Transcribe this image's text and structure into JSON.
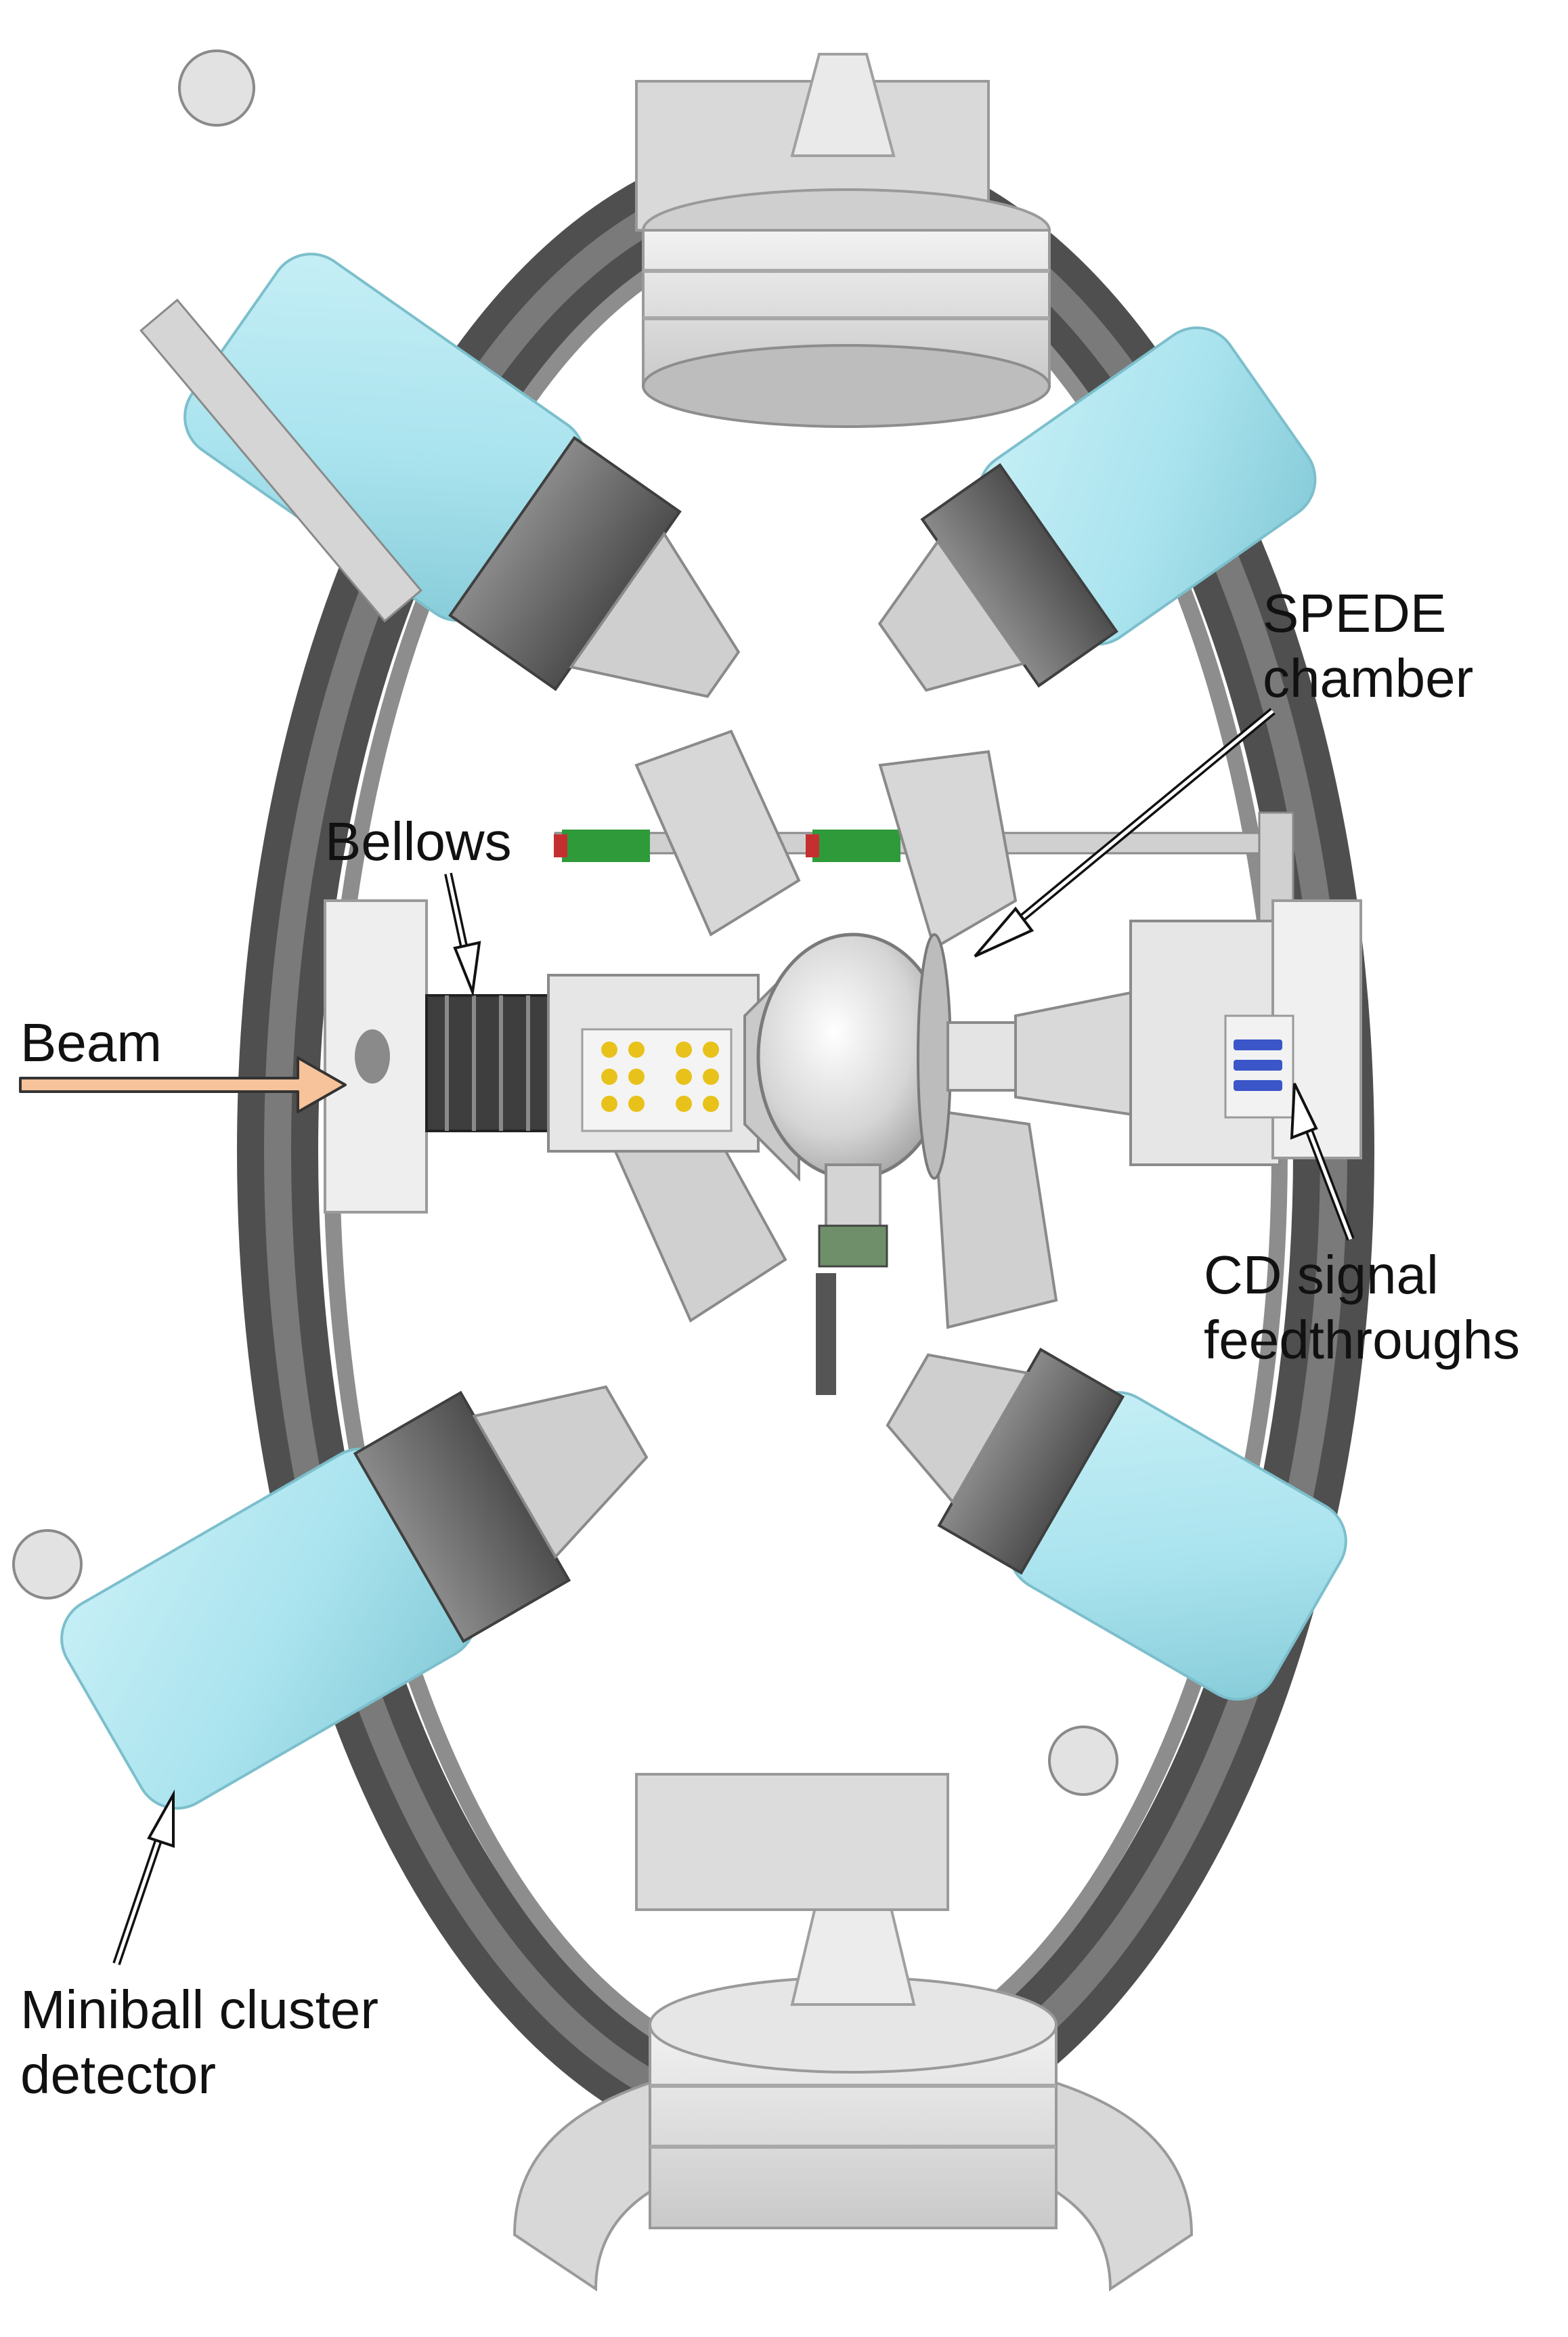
{
  "labels": {
    "spede_line1": "SPEDE",
    "spede_line2": "chamber",
    "bellows": "Bellows",
    "beam": "Beam",
    "cd_line1": "CD signal",
    "cd_line2": "feedthroughs",
    "miniball_line1": "Miniball cluster",
    "miniball_line2": "detector"
  },
  "colors": {
    "detector": "#a9e3ee",
    "metal_light": "#e4e4e4",
    "metal_mid": "#bdbdbd",
    "metal_dark": "#6f6f6f",
    "frame": "#5a5a5a",
    "beam_arrow": "#f6c39a",
    "connector_gold": "#e8c21a",
    "connector_blue": "#3a56c8"
  }
}
